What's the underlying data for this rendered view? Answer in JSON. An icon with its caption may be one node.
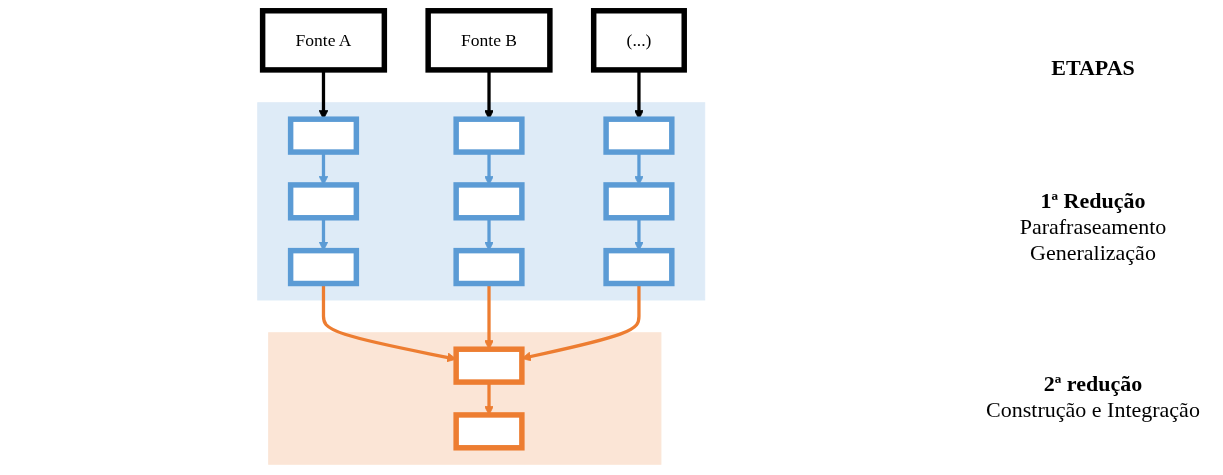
{
  "diagram": {
    "nodes": [
      {
        "text": [
          "Fonte A"
        ]
      },
      {
        "text": [
          "Fonte B"
        ]
      },
      {
        "text": [
          "(...)"
        ]
      },
      {
        "text": [],
        "shape": "band",
        "beside": [
          "1ª Redução",
          "Parafraseamento Generalização"
        ]
      },
      {
        "text": [],
        "shape": "box",
        "in": 3
      },
      {
        "text": [],
        "shape": "box",
        "in": 3
      },
      {
        "text": [],
        "shape": "box",
        "in": 3
      },
      {
        "text": [],
        "shape": "box",
        "in": 3
      },
      {
        "text": [],
        "shape": "box",
        "in": 3
      },
      {
        "text": [],
        "shape": "box",
        "in": 3
      },
      {
        "text": [],
        "shape": "box",
        "in": 3
      },
      {
        "text": [],
        "shape": "box",
        "in": 3
      },
      {
        "text": [],
        "shape": "box",
        "in": 3
      },
      {
        "text": [],
        "shape": "band",
        "beside": [
          "2ª redução",
          "Construção e Integração"
        ]
      },
      {
        "text": [],
        "shape": "box",
        "in": 13
      },
      {
        "text": [],
        "shape": "box",
        "in": 13
      }
    ],
    "edges": [
      {
        "from": 0,
        "to": 4,
        "arrow": "to",
        "color": "#000000"
      },
      {
        "from": 1,
        "to": 5,
        "arrow": "to",
        "color": "#000000"
      },
      {
        "from": 2,
        "to": 6,
        "arrow": "to",
        "color": "#000000"
      },
      {
        "from": 4,
        "to": 7,
        "arrow": "to"
      },
      {
        "from": 7,
        "to": 10,
        "arrow": "to"
      },
      {
        "from": 5,
        "to": 8,
        "arrow": "to"
      },
      {
        "from": 8,
        "to": 11,
        "arrow": "to"
      },
      {
        "from": 6,
        "to": 9,
        "arrow": "to"
      },
      {
        "from": 9,
        "to": 12,
        "arrow": "to"
      },
      {
        "from": 10,
        "to": 14,
        "arrow": "to",
        "color": "#ed7d31"
      },
      {
        "from": 11,
        "to": 14,
        "arrow": "to",
        "color": "#ed7d31"
      },
      {
        "from": 12,
        "to": 14,
        "arrow": "to",
        "color": "#ed7d31"
      },
      {
        "from": 14,
        "to": 15,
        "arrow": "to",
        "color": "#ed7d31"
      }
    ],
    "labels": [
      "ETAPAS"
    ]
  }
}
